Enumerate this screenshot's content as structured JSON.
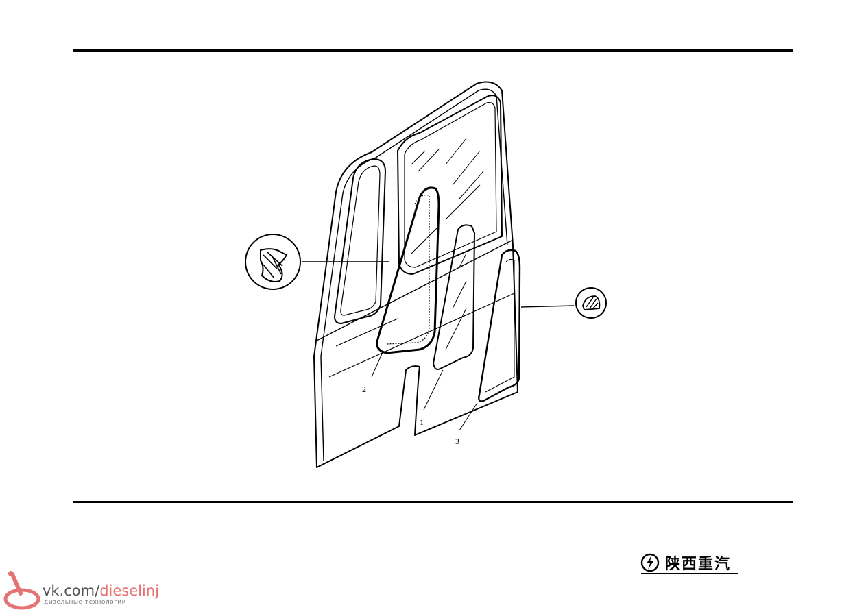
{
  "figure": {
    "callouts": [
      {
        "id": "1",
        "label": "1"
      },
      {
        "id": "2",
        "label": "2"
      },
      {
        "id": "3",
        "label": "3"
      }
    ],
    "icons": [
      "door-icon",
      "section-detail-icon"
    ]
  },
  "brand": {
    "text": "陕西重汽",
    "icon": "shacman-logo-icon"
  },
  "watermark": {
    "prefix": "vk.com/",
    "accent": "dieselinj",
    "subtitle": "дизельные технологии",
    "accent_color": "#e57373"
  }
}
